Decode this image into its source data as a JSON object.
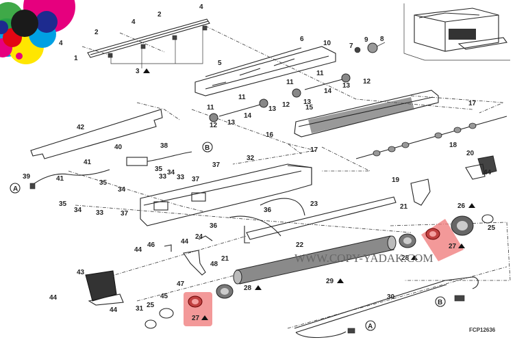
{
  "diagram": {
    "title_code": "FCP12636",
    "watermark": "WWW.COPY-YADAK.COM",
    "highlight_color": "#f08080",
    "callouts": {
      "A": "A",
      "B": "B"
    },
    "labels": [
      {
        "id": "l1",
        "text": "1"
      },
      {
        "id": "l2a",
        "text": "2"
      },
      {
        "id": "l2b",
        "text": "2"
      },
      {
        "id": "l3",
        "text": "3"
      },
      {
        "id": "l4a",
        "text": "4"
      },
      {
        "id": "l4b",
        "text": "4"
      },
      {
        "id": "l4c",
        "text": "4"
      },
      {
        "id": "l5",
        "text": "5"
      },
      {
        "id": "l6",
        "text": "6"
      },
      {
        "id": "l7",
        "text": "7"
      },
      {
        "id": "l8",
        "text": "8"
      },
      {
        "id": "l9",
        "text": "9"
      },
      {
        "id": "l10",
        "text": "10"
      },
      {
        "id": "l11a",
        "text": "11"
      },
      {
        "id": "l11b",
        "text": "11"
      },
      {
        "id": "l11c",
        "text": "11"
      },
      {
        "id": "l11d",
        "text": "11"
      },
      {
        "id": "l12a",
        "text": "12"
      },
      {
        "id": "l12b",
        "text": "12"
      },
      {
        "id": "l12c",
        "text": "12"
      },
      {
        "id": "l13a",
        "text": "13"
      },
      {
        "id": "l13b",
        "text": "13"
      },
      {
        "id": "l13c",
        "text": "13"
      },
      {
        "id": "l13d",
        "text": "13"
      },
      {
        "id": "l14a",
        "text": "14"
      },
      {
        "id": "l14b",
        "text": "14"
      },
      {
        "id": "l15",
        "text": "15"
      },
      {
        "id": "l16",
        "text": "16"
      },
      {
        "id": "l17a",
        "text": "17"
      },
      {
        "id": "l17b",
        "text": "17"
      },
      {
        "id": "l18",
        "text": "18"
      },
      {
        "id": "l19",
        "text": "19"
      },
      {
        "id": "l20",
        "text": "20"
      },
      {
        "id": "l21a",
        "text": "21"
      },
      {
        "id": "l21b",
        "text": "21"
      },
      {
        "id": "l22",
        "text": "22"
      },
      {
        "id": "l23",
        "text": "23"
      },
      {
        "id": "l24",
        "text": "24"
      },
      {
        "id": "l25a",
        "text": "25"
      },
      {
        "id": "l25b",
        "text": "25"
      },
      {
        "id": "l26",
        "text": "26"
      },
      {
        "id": "l27a",
        "text": "27"
      },
      {
        "id": "l27b",
        "text": "27"
      },
      {
        "id": "l28a",
        "text": "28"
      },
      {
        "id": "l28b",
        "text": "28"
      },
      {
        "id": "l29",
        "text": "29"
      },
      {
        "id": "l30",
        "text": "30"
      },
      {
        "id": "l31",
        "text": "31"
      },
      {
        "id": "l32",
        "text": "32"
      },
      {
        "id": "l33a",
        "text": "33"
      },
      {
        "id": "l33b",
        "text": "33"
      },
      {
        "id": "l33c",
        "text": "33"
      },
      {
        "id": "l34a",
        "text": "34"
      },
      {
        "id": "l34b",
        "text": "34"
      },
      {
        "id": "l34c",
        "text": "34"
      },
      {
        "id": "l35a",
        "text": "35"
      },
      {
        "id": "l35b",
        "text": "35"
      },
      {
        "id": "l35c",
        "text": "35"
      },
      {
        "id": "l36a",
        "text": "36"
      },
      {
        "id": "l36b",
        "text": "36"
      },
      {
        "id": "l37a",
        "text": "37"
      },
      {
        "id": "l37b",
        "text": "37"
      },
      {
        "id": "l37c",
        "text": "37"
      },
      {
        "id": "l38",
        "text": "38"
      },
      {
        "id": "l39",
        "text": "39"
      },
      {
        "id": "l40",
        "text": "40"
      },
      {
        "id": "l41a",
        "text": "41"
      },
      {
        "id": "l41b",
        "text": "41"
      },
      {
        "id": "l42",
        "text": "42"
      },
      {
        "id": "l43",
        "text": "43"
      },
      {
        "id": "l44a",
        "text": "44"
      },
      {
        "id": "l44b",
        "text": "44"
      },
      {
        "id": "l44c",
        "text": "44"
      },
      {
        "id": "l44d",
        "text": "44"
      },
      {
        "id": "l44e",
        "text": "44"
      },
      {
        "id": "l45",
        "text": "45"
      },
      {
        "id": "l46",
        "text": "46"
      },
      {
        "id": "l47",
        "text": "47"
      },
      {
        "id": "l48",
        "text": "48"
      }
    ],
    "logo_colors": [
      "#e6007e",
      "#00a0e3",
      "#ffe600",
      "#1a1a1a",
      "#1d2b8f",
      "#e30613",
      "#2aa034"
    ]
  }
}
